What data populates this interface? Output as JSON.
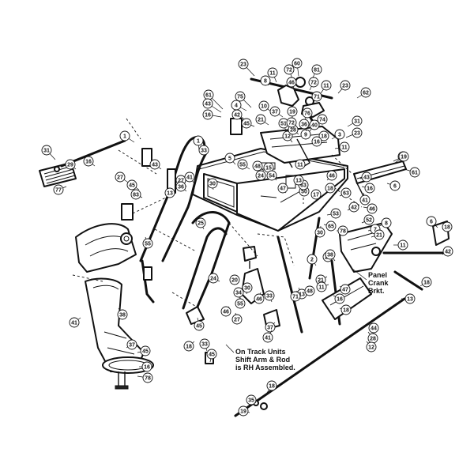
{
  "callouts": [
    "23",
    "60",
    "72",
    "81",
    "11",
    "8",
    "46",
    "72",
    "23",
    "62",
    "11",
    "71",
    "75",
    "61",
    "43",
    "16",
    "4",
    "42",
    "10",
    "37",
    "19",
    "76",
    "45",
    "21",
    "74",
    "31",
    "51",
    "40",
    "12",
    "28",
    "9",
    "18",
    "3",
    "16",
    "11",
    "23",
    "36",
    "72",
    "1",
    "5",
    "31",
    "16",
    "29",
    "27",
    "45",
    "83",
    "13",
    "43",
    "77",
    "1",
    "33",
    "27",
    "41",
    "5",
    "55",
    "15",
    "48",
    "24",
    "54",
    "47",
    "50",
    "46",
    "63",
    "11",
    "63",
    "17",
    "53",
    "65",
    "30",
    "43",
    "41",
    "18",
    "13",
    "16",
    "61",
    "6",
    "19",
    "46",
    "7",
    "8",
    "11",
    "52",
    "42",
    "78",
    "27",
    "21",
    "11",
    "47",
    "16",
    "18",
    "13",
    "2",
    "37",
    "41",
    "33",
    "46",
    "71",
    "48",
    "38",
    "21",
    "6",
    "18",
    "42",
    "18",
    "13",
    "44",
    "28",
    "12",
    "18",
    "35",
    "19",
    "36",
    "30",
    "25",
    "24",
    "20",
    "34",
    "46",
    "55",
    "30",
    "27",
    "45",
    "18",
    "33",
    "45",
    "55",
    "38",
    "37",
    "45",
    "16",
    "78",
    "41"
  ],
  "notes": {
    "panel_crank": [
      "Panel",
      "Crank",
      "Brkt."
    ],
    "track_units": [
      "On Track Units",
      "Shift Arm & Rod",
      "is RH Assembled."
    ]
  }
}
